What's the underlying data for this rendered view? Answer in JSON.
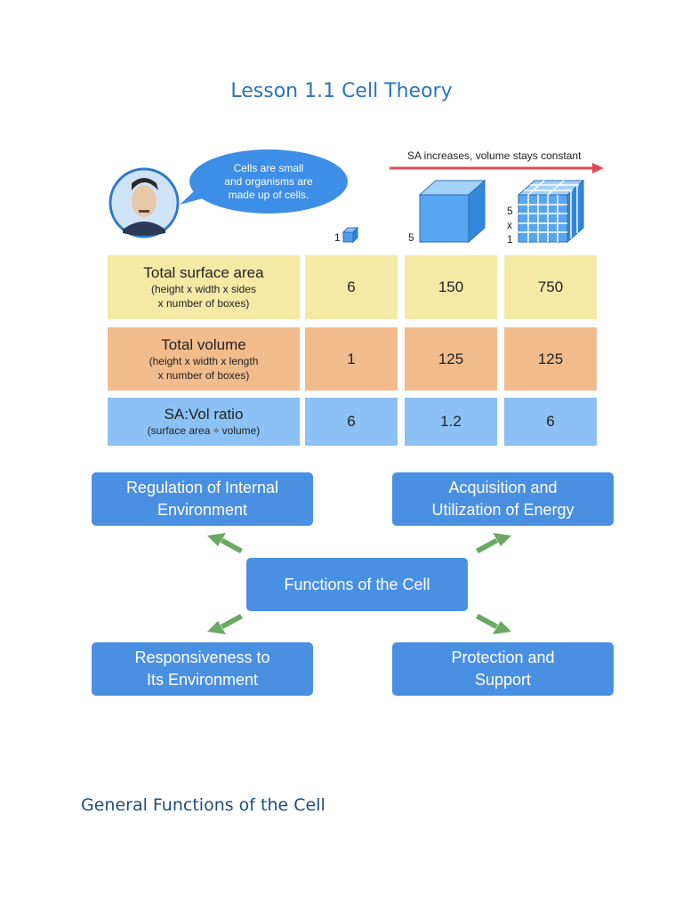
{
  "document": {
    "title": "Lesson 1.1 Cell Theory",
    "footer_heading": "General Functions of the Cell"
  },
  "illustration": {
    "speech_bubble": "Cells are small\nand organisms are\nmade up of cells.",
    "arrow_caption": "SA increases, volume stays constant",
    "cube_labels": {
      "small": "1",
      "large": "5",
      "grid_top": "5",
      "grid_mid": "x",
      "grid_bottom": "1"
    }
  },
  "table": {
    "rows": [
      {
        "label": "Total surface area",
        "sublabel": "(height x width x sides\nx number of boxes)",
        "values": [
          "6",
          "150",
          "750"
        ],
        "color": "#f5e9a6"
      },
      {
        "label": "Total volume",
        "sublabel": "(height x width x length\nx number of boxes)",
        "values": [
          "1",
          "125",
          "125"
        ],
        "color": "#f2bb8c"
      },
      {
        "label": "SA:Vol ratio",
        "sublabel": "(surface area ÷ volume)",
        "values": [
          "6",
          "1.2",
          "6"
        ],
        "color": "#8cc1f5"
      }
    ]
  },
  "functions_diagram": {
    "center": "Functions of the Cell",
    "top_left": "Regulation of Internal\nEnvironment",
    "top_right": "Acquisition and\nUtilization of Energy",
    "bottom_left": "Responsiveness to\nIts Environment",
    "bottom_right": "Protection and\nSupport",
    "box_color": "#4a90e2",
    "arrow_color": "#6aa864"
  }
}
